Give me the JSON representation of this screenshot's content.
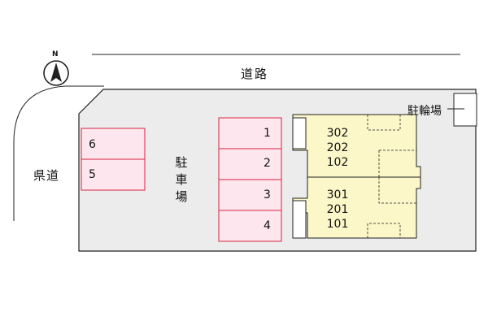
{
  "labels": {
    "road": "道路",
    "prefectural_road": "県道",
    "parking": [
      "駐",
      "車",
      "場"
    ],
    "bicycle_parking": "駐輪場",
    "compass_north": "N"
  },
  "parking_spaces": [
    "1",
    "2",
    "3",
    "4",
    "5",
    "6"
  ],
  "units": {
    "upper": [
      "302",
      "202",
      "102"
    ],
    "lower": [
      "301",
      "201",
      "101"
    ]
  },
  "colors": {
    "lot_fill": "#ececec",
    "parking_fill": "#fde6ee",
    "parking_border": "#d8233f",
    "building_fill": "#fbf7c8",
    "outline": "#222222"
  }
}
